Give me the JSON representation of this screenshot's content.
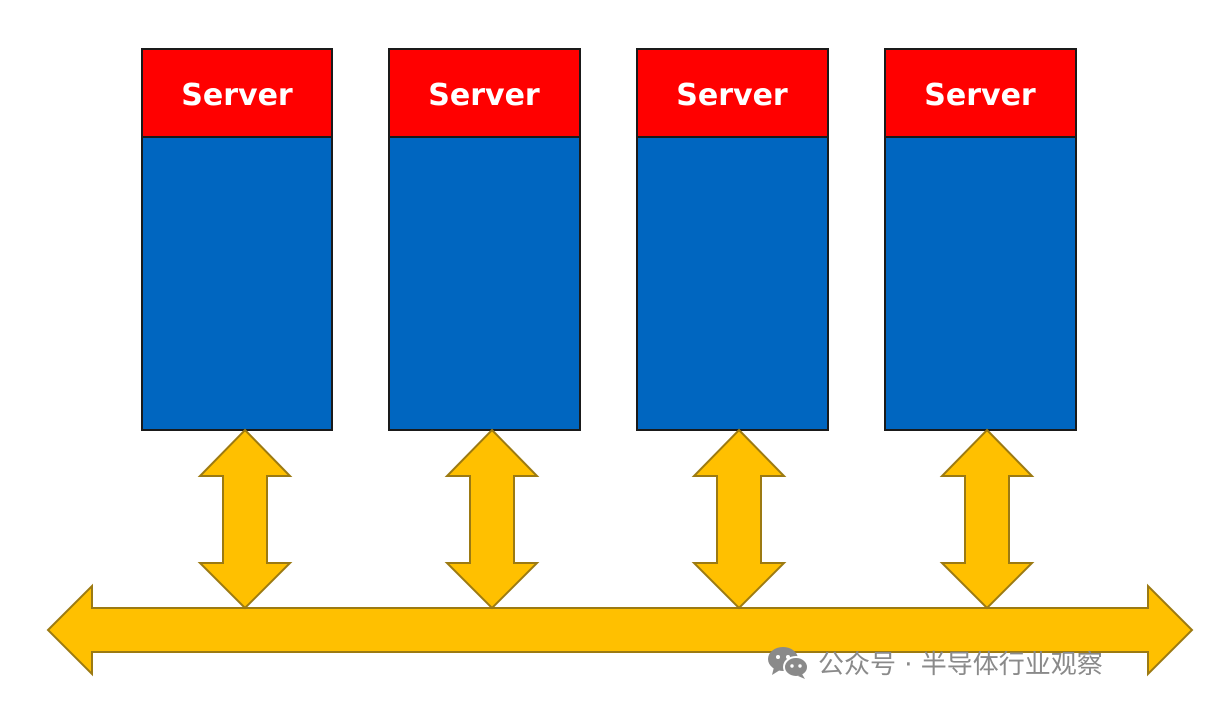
{
  "servers": [
    {
      "label": "Server"
    },
    {
      "label": "Server"
    },
    {
      "label": "Server"
    },
    {
      "label": "Server"
    }
  ],
  "watermark": {
    "icon": "wechat-icon",
    "text": "公众号 · 半导体行业观察"
  },
  "colors": {
    "server_header": "#ff0000",
    "server_body": "#0066c0",
    "arrow_fill": "#ffc000",
    "arrow_stroke": "#9c7a12",
    "box_stroke": "#1a1a1a",
    "watermark": "#8a8a8a"
  }
}
